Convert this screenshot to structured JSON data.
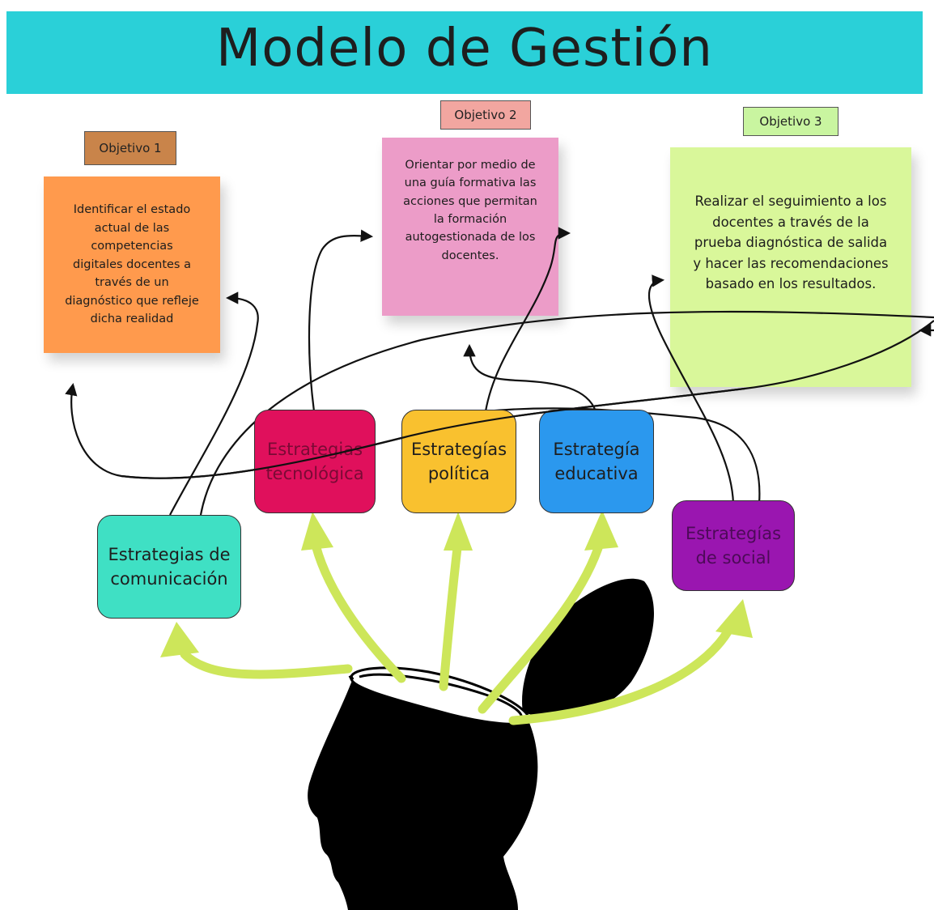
{
  "title": "Modelo de Gestión",
  "objectives": [
    {
      "label": "Objetivo 1",
      "label_color": "#c9844a",
      "note_color": "#ff9a4d",
      "text": "Identificar el estado actual de las competencias digitales docentes a través de un diagnóstico que refleje dicha realidad"
    },
    {
      "label": "Objetivo 2",
      "label_color": "#f2a6a0",
      "note_color": "#ec9cc8",
      "text": "Orientar por medio de una guía formativa las acciones que permitan la formación autogestionada de los docentes."
    },
    {
      "label": "Objetivo 3",
      "label_color": "#c9f5a0",
      "note_color": "#d9f79a",
      "text": "Realizar el seguimiento a los docentes a través de la prueba diagnóstica de salida y hacer las recomendaciones basado en los resultados."
    }
  ],
  "strategies": [
    {
      "label": "Estrategias de comunicación",
      "color": "#3fe0c4",
      "text_color": "#1e1e1e"
    },
    {
      "label": "Estrategias tecnológica",
      "color": "#e0105c",
      "text_color": "#7a0a35"
    },
    {
      "label": "Estrategías política",
      "color": "#f9c12f",
      "text_color": "#1e1e1e"
    },
    {
      "label": "Estrategía educativa",
      "color": "#2b98ee",
      "text_color": "#1e1e1e"
    },
    {
      "label": "Estrategías de social",
      "color": "#9a16b0",
      "text_color": "#4d0a58"
    }
  ],
  "colors": {
    "banner": "#2ad0d8",
    "growth_arrows": "#cde65a",
    "connector_lines": "#111111",
    "head": "#000000"
  },
  "icons": [
    "head-silhouette-icon"
  ]
}
